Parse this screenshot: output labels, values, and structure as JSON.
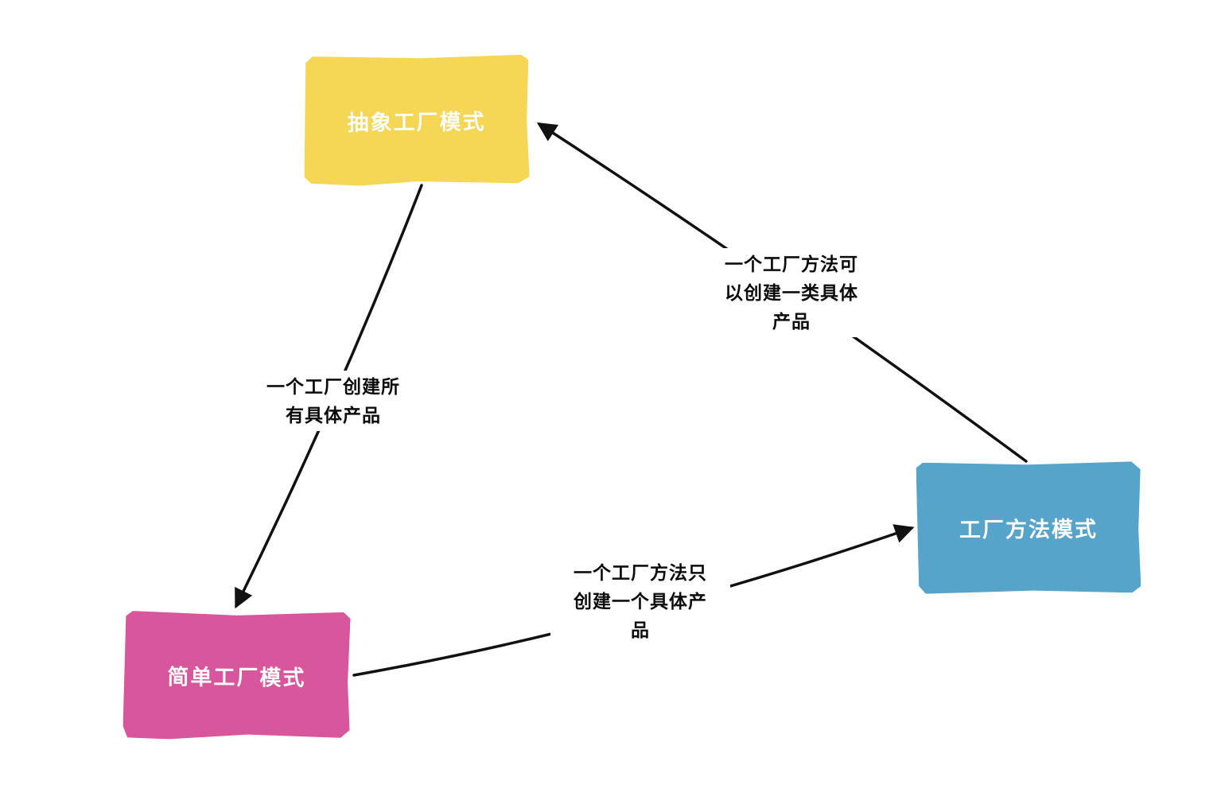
{
  "diagram": {
    "background": "#ffffff",
    "arrow_color": "#111111",
    "nodes": [
      {
        "id": "abstract-factory",
        "label": "抽象工厂模式",
        "color": "#F6D755"
      },
      {
        "id": "factory-method",
        "label": "工厂方法模式",
        "color": "#57A4CB"
      },
      {
        "id": "simple-factory",
        "label": "简单工厂模式",
        "color": "#D7569C"
      }
    ],
    "edges": [
      {
        "from": "abstract-factory",
        "to": "simple-factory",
        "label": "一个工厂创建所有具体产品",
        "label_lines": [
          "一个工厂创建所",
          "有具体产品"
        ]
      },
      {
        "from": "factory-method",
        "to": "abstract-factory",
        "label": "一个工厂方法可以创建一类具体产品",
        "label_lines": [
          "一个工厂方法可",
          "以创建一类具体",
          "产品"
        ]
      },
      {
        "from": "simple-factory",
        "to": "factory-method",
        "label": "一个工厂方法只创建一个具体产品",
        "label_lines": [
          "一个工厂方法只",
          "创建一个具体产",
          "品"
        ]
      }
    ]
  }
}
